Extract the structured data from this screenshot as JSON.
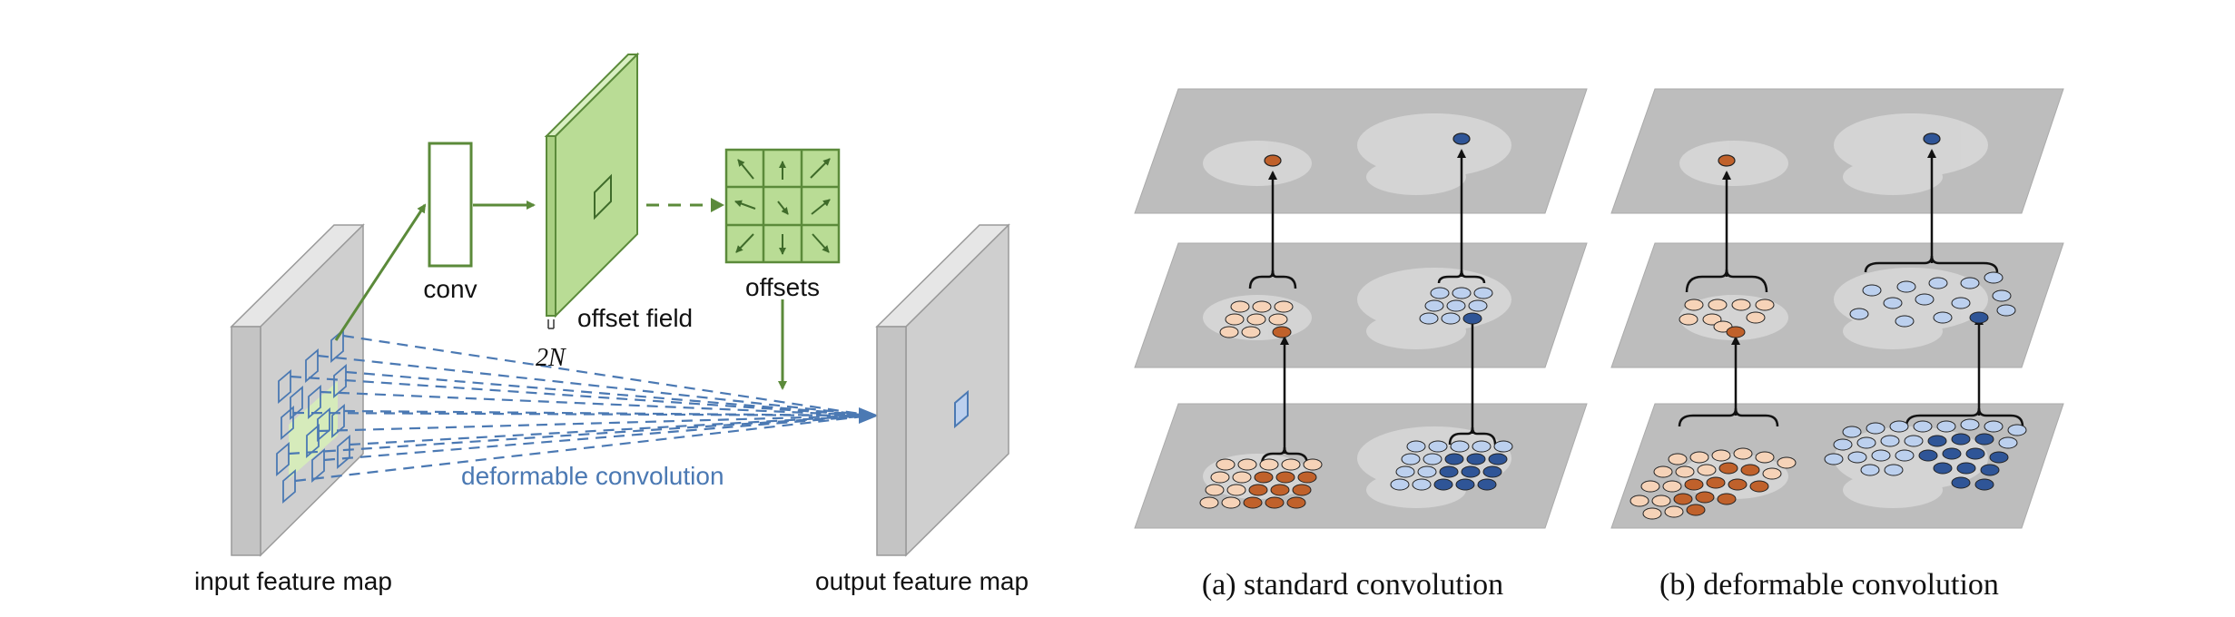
{
  "left_diagram": {
    "conv_label": "conv",
    "offset_field_label": "offset field",
    "channels_label": "2N",
    "offsets_label": "offsets",
    "deformable_label": "deformable convolution",
    "input_label": "input feature map",
    "output_label": "output feature map"
  },
  "right_diagram": {
    "caption_a": "(a) standard convolution",
    "caption_b": "(b) deformable convolution"
  },
  "colors": {
    "green": "#5b8a3a",
    "green_fill": "#b9dc95",
    "blue": "#4b79b3",
    "orange": "#c0612b",
    "orange_light": "#f6d3b8",
    "navy": "#2f5597",
    "blue_light": "#bcd0ee",
    "plane_gray": "#bdbdbd"
  }
}
